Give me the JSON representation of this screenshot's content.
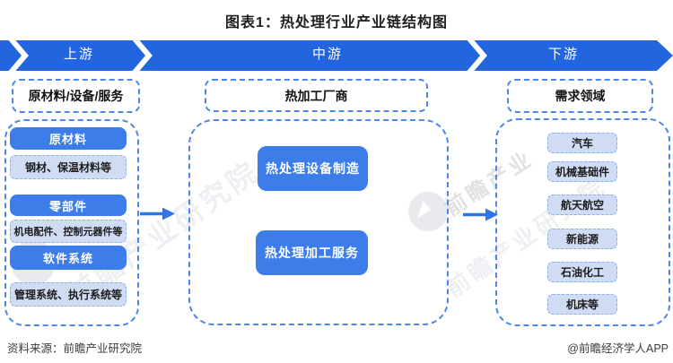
{
  "title": "图表1：热处理行业产业链结构图",
  "banner": {
    "segments": [
      {
        "label": "上游"
      },
      {
        "label": "中游"
      },
      {
        "label": "下游"
      }
    ],
    "color": "#2365df"
  },
  "upstream": {
    "header": "原材料/设备/服务",
    "groups": [
      {
        "category": "原材料",
        "detail": "钢材、保温材料等"
      },
      {
        "category": "零部件",
        "detail": "机电配件、控制元器件等"
      },
      {
        "category": "软件系统",
        "detail": "管理系统、执行系统等"
      }
    ]
  },
  "midstream": {
    "header": "热加工厂商",
    "items": [
      {
        "label": "热处理设备制造"
      },
      {
        "label": "热处理加工服务"
      }
    ]
  },
  "downstream": {
    "header": "需求领域",
    "items": [
      {
        "label": "汽车"
      },
      {
        "label": "机械基础件"
      },
      {
        "label": "航天航空"
      },
      {
        "label": "新能源"
      },
      {
        "label": "石油化工"
      },
      {
        "label": "机床等"
      }
    ]
  },
  "footer": {
    "source": "资料来源：前瞻产业研究院",
    "credit": "@前瞻经济学人APP"
  },
  "watermark": {
    "text_long": "前瞻产业研究院",
    "text_short": "前瞻产业"
  },
  "colors": {
    "banner_blue": "#2365df",
    "button_blue": "#3c7de9",
    "light_box_bg": "#cfdcf4",
    "light_box_border": "#8ab0ee",
    "dashed_border": "#4d87e9",
    "arrow_blue": "#2f74e8"
  }
}
